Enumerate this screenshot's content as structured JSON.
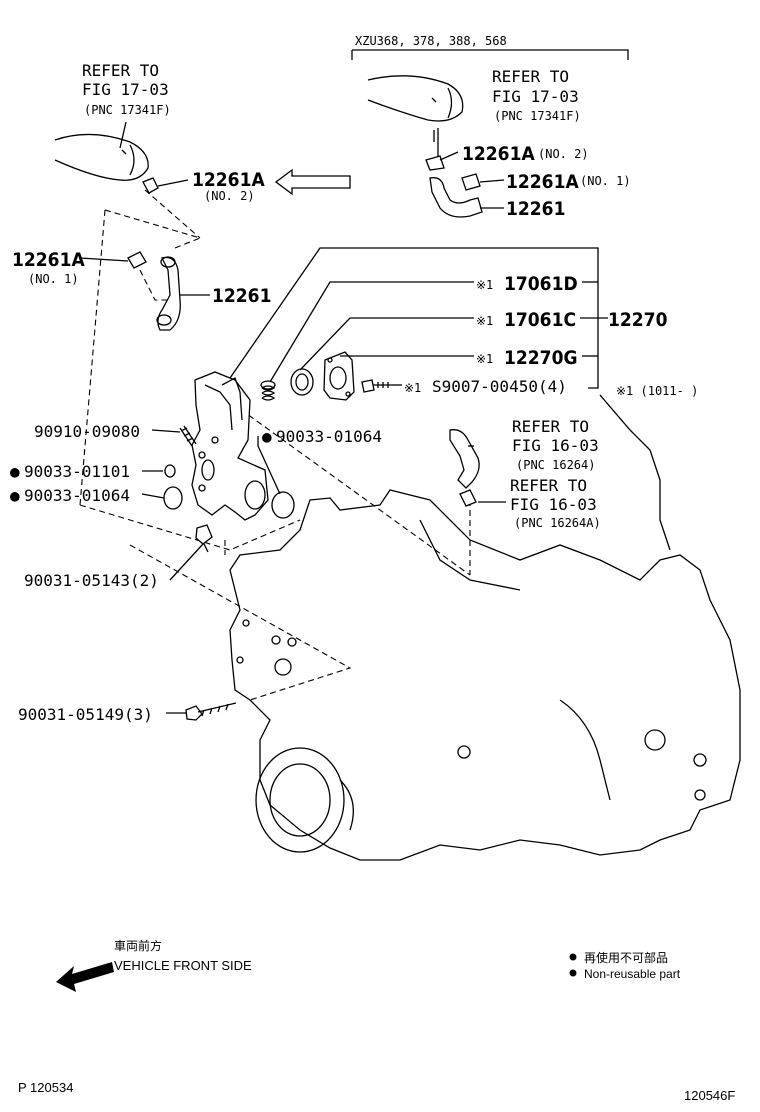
{
  "model_group": "XZU368, 378, 388, 568",
  "refs": {
    "top_left": {
      "line1": "REFER TO",
      "line2": "FIG 17-03",
      "line3": "(PNC 17341F)"
    },
    "top_right": {
      "line1": "REFER TO",
      "line2": "FIG 17-03",
      "line3": "(PNC 17341F)"
    },
    "mid_a": {
      "line1": "REFER TO",
      "line2": "FIG 16-03",
      "line3": "(PNC 16264)"
    },
    "mid_b": {
      "line1": "REFER TO",
      "line2": "FIG 16-03",
      "line3": "(PNC 16264A)"
    }
  },
  "parts": {
    "p12261A_no2_left": "12261A",
    "no2_left": "(NO. 2)",
    "p12261A_no1_left": "12261A",
    "no1_left": "(NO. 1)",
    "p12261_left": "12261",
    "p12261A_no2_right": "12261A",
    "no2_right": "(NO. 2)",
    "p12261A_no1_right": "12261A",
    "no1_right": "(NO. 1)",
    "p12261_right": "12261",
    "p17061D": "17061D",
    "p17061C": "17061C",
    "p12270G": "12270G",
    "p12270": "12270",
    "pS9007": "S9007-00450(4)",
    "p90910": "90910-09080",
    "p90033_01064_a": "90033-01064",
    "p90033_01101": "90033-01101",
    "p90033_01064_b": "90033-01064",
    "p90031_05143": "90031-05143(2)",
    "p90031_05149": "90031-05149(3)"
  },
  "marks": {
    "note_mark": "※1",
    "bullet": "●",
    "note_text": "※1 (1011-     )"
  },
  "legend": {
    "front_jp": "車両前方",
    "front_en": "VEHICLE FRONT SIDE",
    "nonreuse_jp": "再使用不可部品",
    "nonreuse_en": "Non-reusable part"
  },
  "footer": {
    "page_code": "P 120534",
    "figure_code": "120546F"
  }
}
